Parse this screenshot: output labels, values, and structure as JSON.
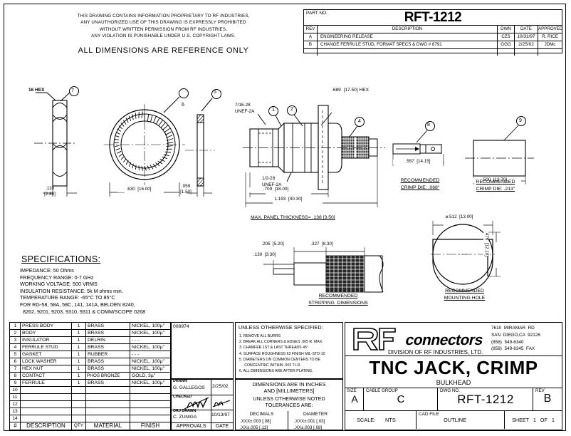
{
  "header": {
    "proprietary_lines": [
      "THIS DRAWING CONTAINS INFORMATION PROPRIETARY TO RF INDUSTRIES,",
      "ANY UNAUTHORIZED USE OF THIS DRAWING IS EXPRESSLY PROHIBITED",
      "WITHOUT WRITTEN PERMISSION FROM RF INDUSTRIES.",
      "ANY VIOLATION IS PUNISHABLE UNDER U.S. COPYRIGHT LAWS."
    ],
    "reference_note": "ALL DIMENSIONS ARE REFERENCE ONLY"
  },
  "part_block": {
    "part_no_label": "PART NO.",
    "part_no": "RFT-1212",
    "columns": [
      "REV",
      "DESCRIPTION",
      "DWN",
      "DATE",
      "APPROVED"
    ],
    "rows": [
      {
        "rev": "A",
        "description": "ENGINEERING RELEASE",
        "dwn": "CZS",
        "date": "10/31/97",
        "approved": "R. RICE"
      },
      {
        "rev": "B",
        "description": "CHANGE FERRULE STUD, FORMAT SPECS & DWG # 8791",
        "dwn": "GGG",
        "date": "2/25/02",
        "approved": "JDMc"
      },
      {
        "rev": "",
        "description": "",
        "dwn": "",
        "date": "",
        "approved": ""
      },
      {
        "rev": "",
        "description": "",
        "dwn": "",
        "date": "",
        "approved": ""
      }
    ]
  },
  "views": {
    "hex_nut": {
      "balloon": "7",
      "hex_label": "16 HEX",
      "thickness_in": ".110",
      "thickness_mm": "[2.80]"
    },
    "lock_washer": {
      "balloon": "6",
      "diameter": ".630  [16.00]"
    },
    "gasket": {
      "balloon": "5",
      "thickness_in": ".059",
      "thickness_mm": "[1.50]"
    },
    "assembly": {
      "balloons": [
        "1",
        "2",
        "4"
      ],
      "thread_front": "7/16-28\nUNEF-2A",
      "thread_rear": "1/2-28\nUNEF-2A",
      "hex_flat": ".689  [17.50] HEX",
      "dim_709": ".709  [18.00]",
      "dim_1193": "1.193  [30.30]",
      "panel_note": "MAX. PANEL THICKNESS= .138 [3.50]"
    },
    "stripping": {
      "dim_205": ".205  [5.20]",
      "dim_327": ".327  [8.30]",
      "dim_130": ".130  [3.30]",
      "caption_line1": "RECOMMENDED",
      "caption_line2": "STRIPPING  DIMENSIONS"
    },
    "contact": {
      "balloon": "8",
      "length": ".557  [14.15]",
      "caption_line1": "RECOMMENDED",
      "caption_line2": "CRIMP DIE: .068\""
    },
    "ferrule": {
      "balloon": "9",
      "length": ".500  [12.70]",
      "caption_line1": "RECOMMENDED",
      "caption_line2": "CRIMP DIE: .213\""
    },
    "mounting_hole": {
      "diameter": "⌀.512  [13.00]",
      "flat_dim": ".476  [12.10]",
      "caption_line1": "RECOMMENDED",
      "caption_line2": "MOUNTING HOLE"
    }
  },
  "specifications": {
    "title": "SPECIFICATIONS:",
    "lines": [
      "IMPEDANCE: 50 Ohms",
      "FREQUENCY RANGE: 0-7 GHz",
      "WORKING VOLTAGE: 500 VRMS",
      "INSULATION RESISTANCE: 5k M ohms min.",
      "TEMPERATURE RANGE: -65°C TO 85°C",
      "FOR RG-58, 58A, 58C, 141, 141A, BELDEN 8240,",
      "8262, 9201, 9203, 9310, 9311 & COMM/SCOPE 0268"
    ]
  },
  "parts_table": {
    "headers": {
      "num": "#",
      "description": "DESCRIPTION",
      "qty": "QTY",
      "material": "MATERIAL",
      "finish": "FINISH"
    },
    "rows": [
      {
        "num": "1",
        "description": "PRESS BODY",
        "qty": "1",
        "material": "BRASS",
        "finish": "NICKEL,  100µ\""
      },
      {
        "num": "2",
        "description": "BODY",
        "qty": "1",
        "material": "BRASS",
        "finish": "NICKEL,  100µ\""
      },
      {
        "num": "3",
        "description": "INSULATOR",
        "qty": "1",
        "material": "DELRIN",
        "finish": "- - -"
      },
      {
        "num": "4",
        "description": "FERRULE  STUD",
        "qty": "1",
        "material": "BRASS",
        "finish": "NICKEL,  100µ\""
      },
      {
        "num": "5",
        "description": "GASKET",
        "qty": "1",
        "material": "RUBBER",
        "finish": "- - -"
      },
      {
        "num": "6",
        "description": "LOCK  WASHER",
        "qty": "1",
        "material": "BRASS",
        "finish": "NICKEL,  100µ\""
      },
      {
        "num": "7",
        "description": "HEX NUT",
        "qty": "1",
        "material": "BRASS",
        "finish": "NICKEL,  100µ\""
      },
      {
        "num": "8",
        "description": "CONTACT",
        "qty": "1",
        "material": "PHOS  BRONZE",
        "finish": "GOLD,  3µ\""
      },
      {
        "num": "9",
        "description": "FERRULE",
        "qty": "1",
        "material": "BRASS",
        "finish": "NICKEL,  100µ\""
      },
      {
        "num": "10",
        "description": "",
        "qty": "",
        "material": "",
        "finish": ""
      },
      {
        "num": "11",
        "description": "",
        "qty": "",
        "material": "",
        "finish": ""
      },
      {
        "num": "12",
        "description": "",
        "qty": "",
        "material": "",
        "finish": ""
      },
      {
        "num": "13",
        "description": "",
        "qty": "",
        "material": "",
        "finish": ""
      },
      {
        "num": "14",
        "description": "",
        "qty": "",
        "material": "",
        "finish": ""
      }
    ]
  },
  "drawing_number_box": {
    "value": "008974"
  },
  "approvals": {
    "drawn_label": "DRAWN",
    "drawn_name": "G. GALLEGOS",
    "drawn_date": "2/25/02",
    "checked_label": "CHECKED",
    "checked_sig": "",
    "checked_date": "",
    "orig_label": "ORJ DRAWN",
    "orig_name": "C. ZUNIGA",
    "orig_date": "10/13/97",
    "footer_approvals": "APPROVALS",
    "footer_date": "DATE"
  },
  "notes": {
    "title": "UNLESS OTHERWISE SPECIFIED:",
    "items": [
      "1. REMOVE ALL BURRS",
      "2. BREAK ALL CORNERS & EDGES .005 R. MAX.",
      "3. CHAMFER 1ST & LAST THREADS 45°",
      "4. SURFACE ROUGHNESS 63 FINISH MIL-STD-10",
      "5. DIAMETERS ON COMMON CENTERS TO BE",
      "     CONCENTRIC WITHIN .002 T.I.R.",
      "6. ALL DIMENSIONS ARE AFTER PLATING."
    ]
  },
  "tolerances": {
    "line1": "DIMENSIONS ARE IN INCHES",
    "line2": "AND [MILLIMETERS]",
    "line3": "UNLESS OTHERWISE NOTED",
    "line4": "TOLERANCES ARE:",
    "col1_header": "DECIMALS",
    "col2_header": "DIAMETER",
    "col1_row1": ".XXX±.003 [.08]",
    "col1_row2": ".XX±.005 [.13]",
    "col2_row1": ".XXX±.001 [.03]",
    "col2_row2": ".XX±.003 [.08]"
  },
  "title_block": {
    "logo_rf": "RF",
    "logo_connectors": "connectors",
    "logo_division": "DIVISION OF RF INDUSTRIES, LTD.",
    "address": [
      "7610  MIRAMAR  RD",
      "SAN  DIEGO,CA  92126",
      "(858)  549-6340",
      "(858)  549-6345  FAX"
    ],
    "title": "TNC JACK, CRIMP",
    "subtitle": "BULKHEAD",
    "size_label": "SIZE",
    "size_value": "A",
    "cable_group_label": "CABLE GROUP",
    "cable_group_value": "C",
    "dwg_no_label": "DWG NO.",
    "dwg_no_value": "RFT-1212",
    "rev_label": "REV",
    "rev_value": "B",
    "scale_label": "SCALE:",
    "scale_value": "NTS",
    "cad_file_label": "CAD FILE",
    "cad_file_value": "OUTLINE",
    "sheet_text": "SHEET   1   OF   1"
  }
}
